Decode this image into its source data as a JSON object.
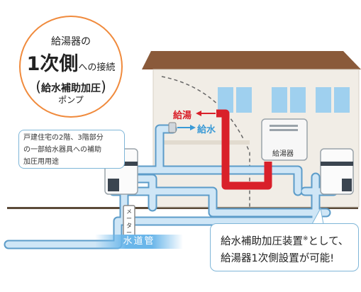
{
  "badge": {
    "line1": "給湯器の",
    "line2_big": "1次側",
    "line2_small": "への接続",
    "line3": "給水補助加圧",
    "line4": "ポンプ"
  },
  "labels": {
    "hot_water": "給湯",
    "cold_water": "給水",
    "water_heater": "給湯器",
    "meter": "メーター",
    "water_main": "水道管"
  },
  "note_left": {
    "line1": "戸建住宅の2階、3階部分",
    "line2": "の一部給水器具への補助",
    "line3": "加圧用用途"
  },
  "note_right": {
    "line1": "給水補助加圧装置",
    "mark": "※",
    "line1_tail": "として、",
    "line2": "給湯器1次側設置が可能!"
  },
  "colors": {
    "accent_orange": "#f08a3c",
    "hot_pipe": "#d9202a",
    "cold_pipe": "#a9d2ee",
    "roof": "#8a5a3a",
    "wall": "#f1ede6",
    "window": "#9fd0ef"
  }
}
